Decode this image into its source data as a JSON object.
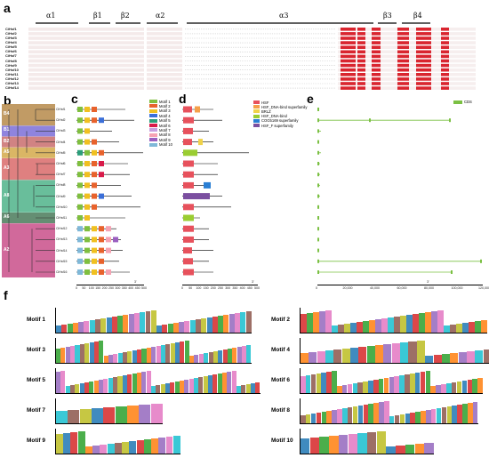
{
  "panels": {
    "a": "a",
    "b": "b",
    "c": "c",
    "d": "d",
    "e": "e",
    "f": "f"
  },
  "secondary_structure": [
    "α1",
    "β1",
    "β2",
    "α2",
    "α3",
    "β3",
    "β4"
  ],
  "sequences": [
    "CiHsf1",
    "CiHsf2",
    "CiHsf3",
    "CiHsf4",
    "CiHsf5",
    "CiHsf6",
    "CiHsf7",
    "CiHsf8",
    "CiHsf9",
    "CiHsf10",
    "CiHsf11",
    "CiHsf12",
    "CiHsf13",
    "CiHsf14"
  ],
  "clades": [
    "B4",
    "B1",
    "B2",
    "A5",
    "A3",
    "A8",
    "A6",
    "A2"
  ],
  "gene_labels": [
    "CiHsf1",
    "CiHsf2",
    "CiHsf3",
    "CiHsf4",
    "CiHsf5",
    "CiHsf6",
    "CiHsf7",
    "CiHsf8",
    "CiHsf9",
    "CiHsf10",
    "CiHsf11",
    "CiHsf12",
    "CiHsf13",
    "CiHsf14",
    "CiHsf15",
    "CiHsf16"
  ],
  "motif_legend": [
    "Motif 1",
    "Motif 2",
    "Motif 3",
    "Motif 4",
    "Motif 5",
    "Motif 6",
    "Motif 7",
    "Motif 8",
    "Motif 9",
    "Motif 10"
  ],
  "motif_colors": [
    "#7fbf3f",
    "#e8622c",
    "#f0c020",
    "#3b6fd8",
    "#2b9e7a",
    "#d81b4a",
    "#c8a0e0",
    "#f6a3b3",
    "#9b5fc0",
    "#7fb8d8"
  ],
  "domain_legend": [
    "HSF",
    "HSF_DNA-bind superfamily",
    "BRLZ",
    "HSF_DNA-bind",
    "COG5169 superfamily",
    "HSF_F superfamily"
  ],
  "domain_colors": [
    "#e7515c",
    "#f5a04a",
    "#f0d34a",
    "#9acd32",
    "#2a7fd4",
    "#7b4fa0"
  ],
  "e_legend": "CDS",
  "axis_c": {
    "ticks": [
      "0",
      "50",
      "100",
      "150",
      "200",
      "250",
      "300",
      "350",
      "400",
      "450",
      "500"
    ],
    "end": "3'"
  },
  "axis_d": {
    "ticks": [
      "0",
      "50",
      "100",
      "150",
      "200",
      "250",
      "300",
      "350",
      "400",
      "450",
      "500"
    ],
    "end": "3'"
  },
  "axis_e": {
    "ticks": [
      "0",
      "20,000",
      "40,000",
      "60,000",
      "80,000",
      "100,000",
      "120,000"
    ],
    "end": "3'"
  },
  "motifs_f": [
    "Motif 1",
    "Motif 2",
    "Motif 3",
    "Motif 4",
    "Motif 5",
    "Motif 6",
    "Motif 7",
    "Motif 8",
    "Motif 9",
    "Motif 10"
  ]
}
